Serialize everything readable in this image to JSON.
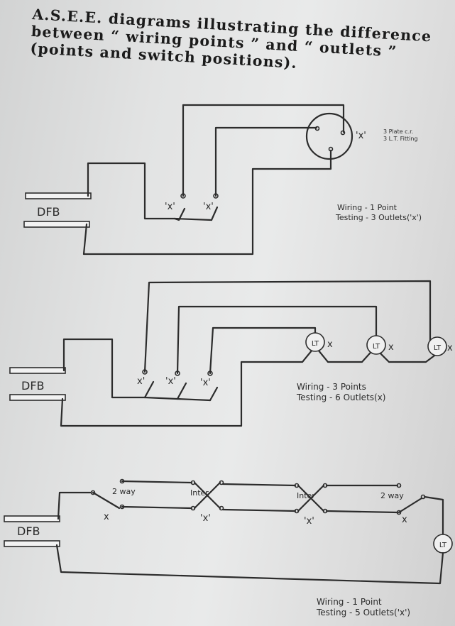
{
  "title": "A.S.E.E. diagrams illustrating the difference between “ wiring points ” and “ outlets ” (points and switch positions).",
  "diagram1": {
    "dfb_label": "DFB",
    "switch1": "'x'",
    "switch2": "'x'",
    "fitting_mark": "'x'",
    "fitting_line1": "3 Plate c.r.",
    "fitting_line2": "3 L.T. Fitting",
    "wiring": "Wiring - 1 Point",
    "testing": "Testing - 3 Outlets('x')"
  },
  "diagram2": {
    "dfb_label": "DFB",
    "switch1": "x'",
    "switch2": "'x'",
    "switch3": "'x'",
    "lamp_mark": "x",
    "lamp_label": "LT",
    "wiring": "Wiring - 3 Points",
    "testing": "Testing - 6 Outlets(x)"
  },
  "diagram3": {
    "dfb_label": "DFB",
    "sw1": "2 way",
    "sw2": "Inter",
    "sw3": "Inter",
    "sw4": "2 way",
    "x_mark": "x",
    "x_mark_q": "'x'",
    "lamp_label": "LT",
    "wiring": "Wiring - 1 Point",
    "testing": "Testing - 5 Outlets('x')"
  }
}
